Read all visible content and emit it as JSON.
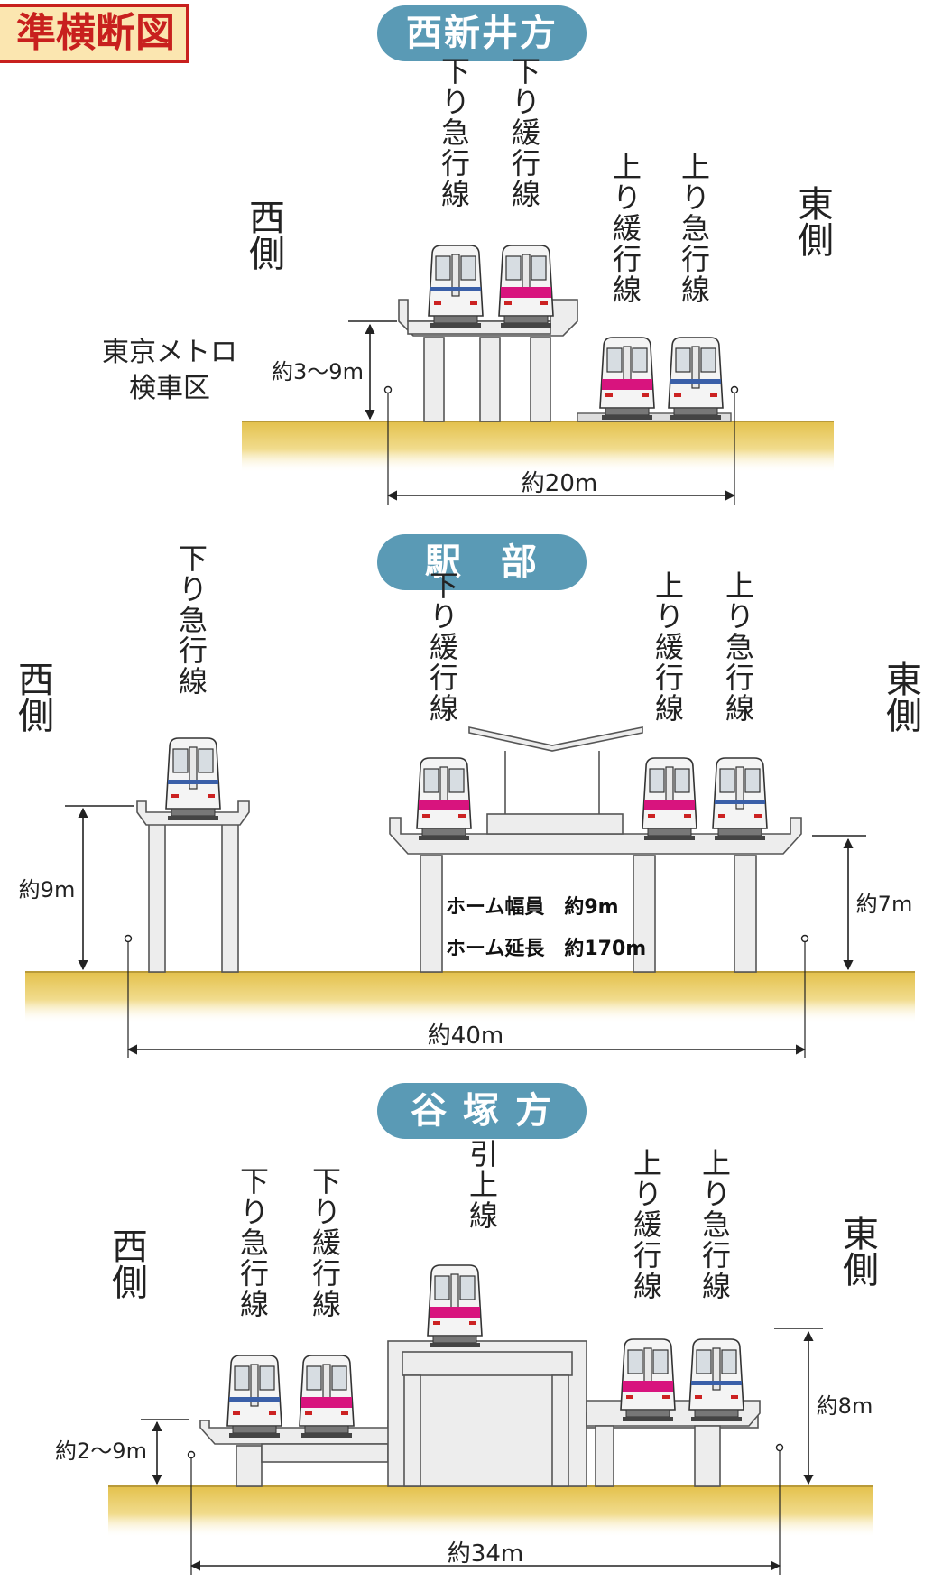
{
  "figure_tag": "準横断図",
  "colors": {
    "ground": "#e6c85a",
    "structure": "#ececec",
    "pill": "#5a9ab5",
    "tag_border": "#c8201e",
    "magenta": "#d8147e",
    "blue": "#3a5fa8"
  },
  "sections": [
    {
      "id": "nishiarai",
      "heading": "西新井方",
      "west_label": "西側",
      "east_label": "東側",
      "depot_label": [
        "東京メトロ",
        "検車区"
      ],
      "height_label": "約3〜9m",
      "width_label": "約20m",
      "tracks": [
        {
          "label": "下り急行線",
          "stripe": "blue"
        },
        {
          "label": "下り緩行線",
          "stripe": "magenta"
        },
        {
          "label": "上り緩行線",
          "stripe": "magenta"
        },
        {
          "label": "上り急行線",
          "stripe": "blue"
        }
      ]
    },
    {
      "id": "station",
      "heading": "駅　部",
      "west_label": "西側",
      "east_label": "東側",
      "height_west": "約9m",
      "height_east": "約7m",
      "platform_width": "ホーム幅員　約9m",
      "platform_length": "ホーム延長　約170m",
      "width_label": "約40m",
      "tracks": [
        {
          "label": "下り急行線",
          "stripe": "blue"
        },
        {
          "label": "下り緩行線",
          "stripe": "magenta"
        },
        {
          "label": "上り緩行線",
          "stripe": "magenta"
        },
        {
          "label": "上り急行線",
          "stripe": "blue"
        }
      ]
    },
    {
      "id": "yatsuka",
      "heading": "谷 塚 方",
      "west_label": "西側",
      "east_label": "東側",
      "height_west": "約2〜9m",
      "height_east": "約8m",
      "width_label": "約34m",
      "tracks": [
        {
          "label": "下り急行線",
          "stripe": "blue"
        },
        {
          "label": "下り緩行線",
          "stripe": "magenta"
        },
        {
          "label": "引上線",
          "stripe": "magenta"
        },
        {
          "label": "上り緩行線",
          "stripe": "magenta"
        },
        {
          "label": "上り急行線",
          "stripe": "blue"
        }
      ]
    }
  ]
}
